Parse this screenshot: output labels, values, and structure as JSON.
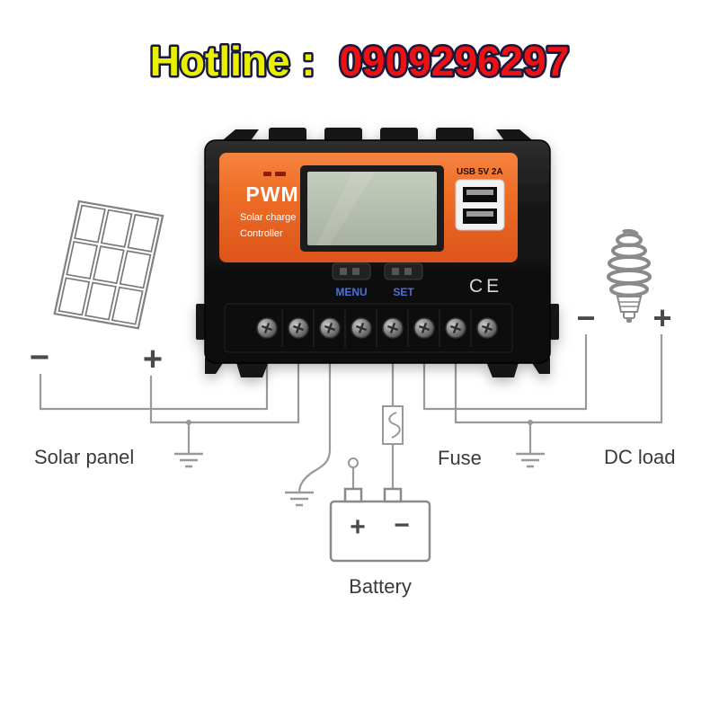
{
  "header": {
    "hotline_label": "Hotline :",
    "hotline_number": "0909296297"
  },
  "controller": {
    "brand": "PWM",
    "subtitle_line1": "Solar charge",
    "subtitle_line2": "Controller",
    "usb_label": "USB 5V 2A",
    "menu_label": "MENU",
    "set_label": "SET",
    "ce_mark": "CE"
  },
  "diagram_labels": {
    "solar_panel": "Solar panel",
    "fuse": "Fuse",
    "dc_load": "DC load",
    "battery": "Battery"
  },
  "symbols": {
    "plus": "+",
    "minus": "−"
  },
  "colors": {
    "hotline_yellow": "#e8f000",
    "hotline_red": "#ed1111",
    "hotline_outline": "#17173f",
    "faceplate_orange": "#ee6b26",
    "lcd_green": "#b9c1b3",
    "wire_gray": "#999999",
    "button_label_blue": "#4d6fd6",
    "label_text": "#3a3a3a"
  }
}
